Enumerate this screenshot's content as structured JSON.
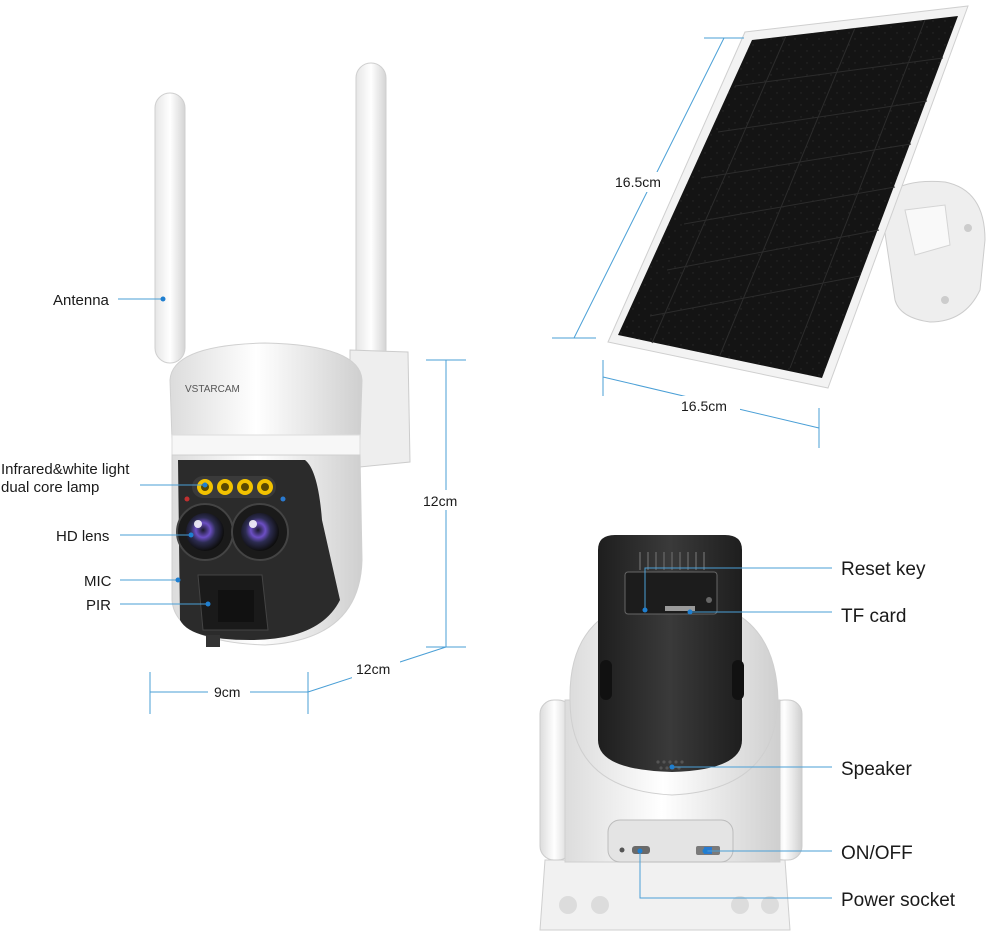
{
  "brand": "VSTARCAM",
  "callouts": {
    "antenna": "Antenna",
    "lamp_line1": "Infrared&white light",
    "lamp_line2": "dual core lamp",
    "hd_lens": "HD lens",
    "mic": "MIC",
    "pir": "PIR",
    "reset_key": "Reset key",
    "tf_card": "TF card",
    "speaker": "Speaker",
    "on_off": "ON/OFF",
    "power_socket": "Power socket"
  },
  "dimensions": {
    "camera_height": "12cm",
    "camera_depth": "12cm",
    "camera_width": "9cm",
    "panel_height": "16.5cm",
    "panel_width": "16.5cm"
  },
  "colors": {
    "leader_line": "#4a9fd6",
    "leader_dot": "#1f7fd0",
    "lamp": "#f2c200",
    "camera_body": "#f2f2f2",
    "camera_face": "#2b2b2b",
    "solar_cell": "#161616"
  }
}
